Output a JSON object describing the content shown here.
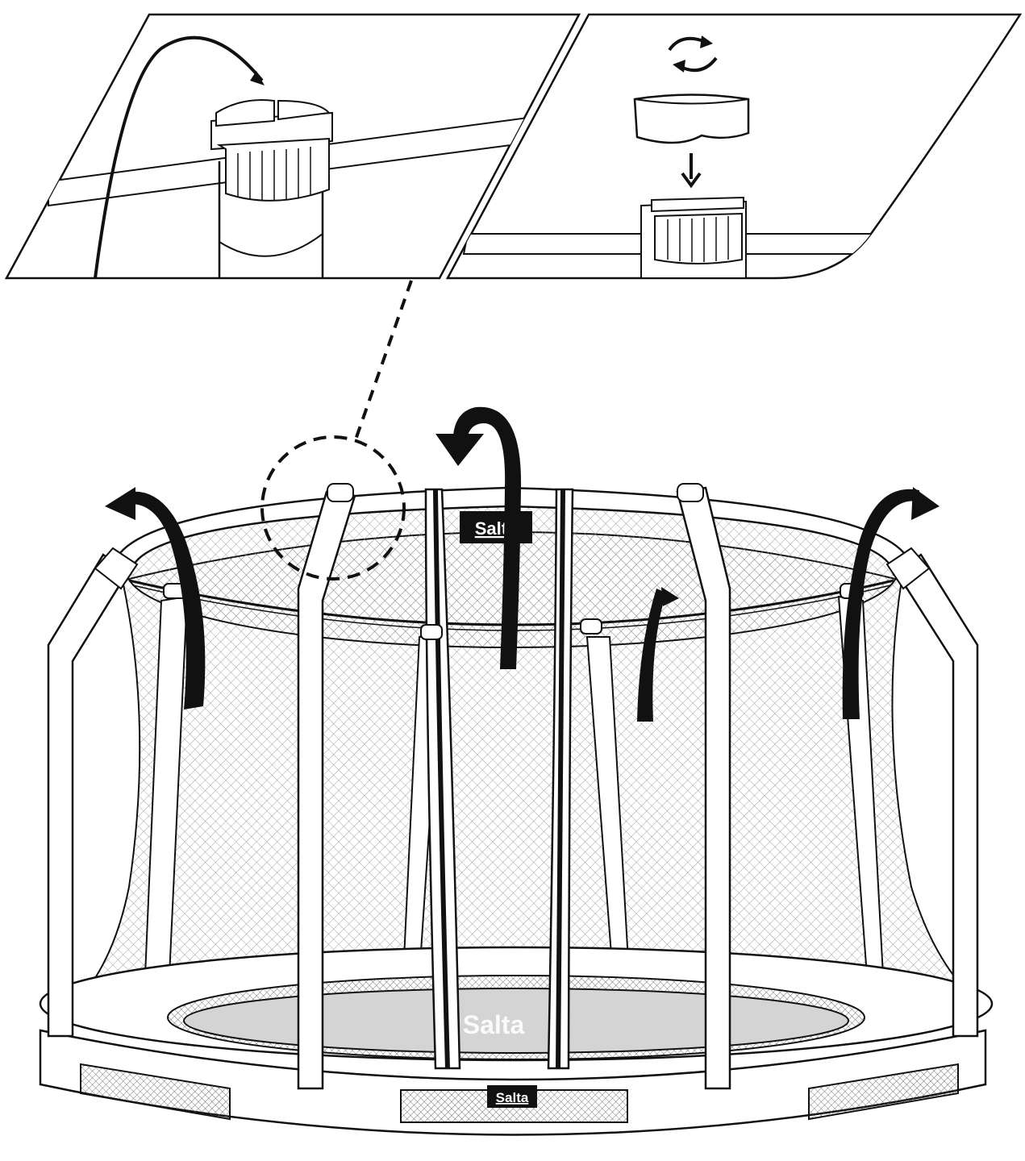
{
  "figure": {
    "brand_labels": {
      "net_tag": "Salta",
      "frame_pad_tag": "Salta",
      "mat_print": "Salta"
    },
    "colors": {
      "line": "#111111",
      "background": "#ffffff",
      "mat_fill": "#d4d4d4",
      "net_mesh": "#8a8a8a",
      "label_bg": "#111111",
      "label_text": "#ffffff"
    },
    "icons": [
      "curved-arrow-icon",
      "rotate-arrows-icon",
      "down-arrow-icon"
    ]
  }
}
